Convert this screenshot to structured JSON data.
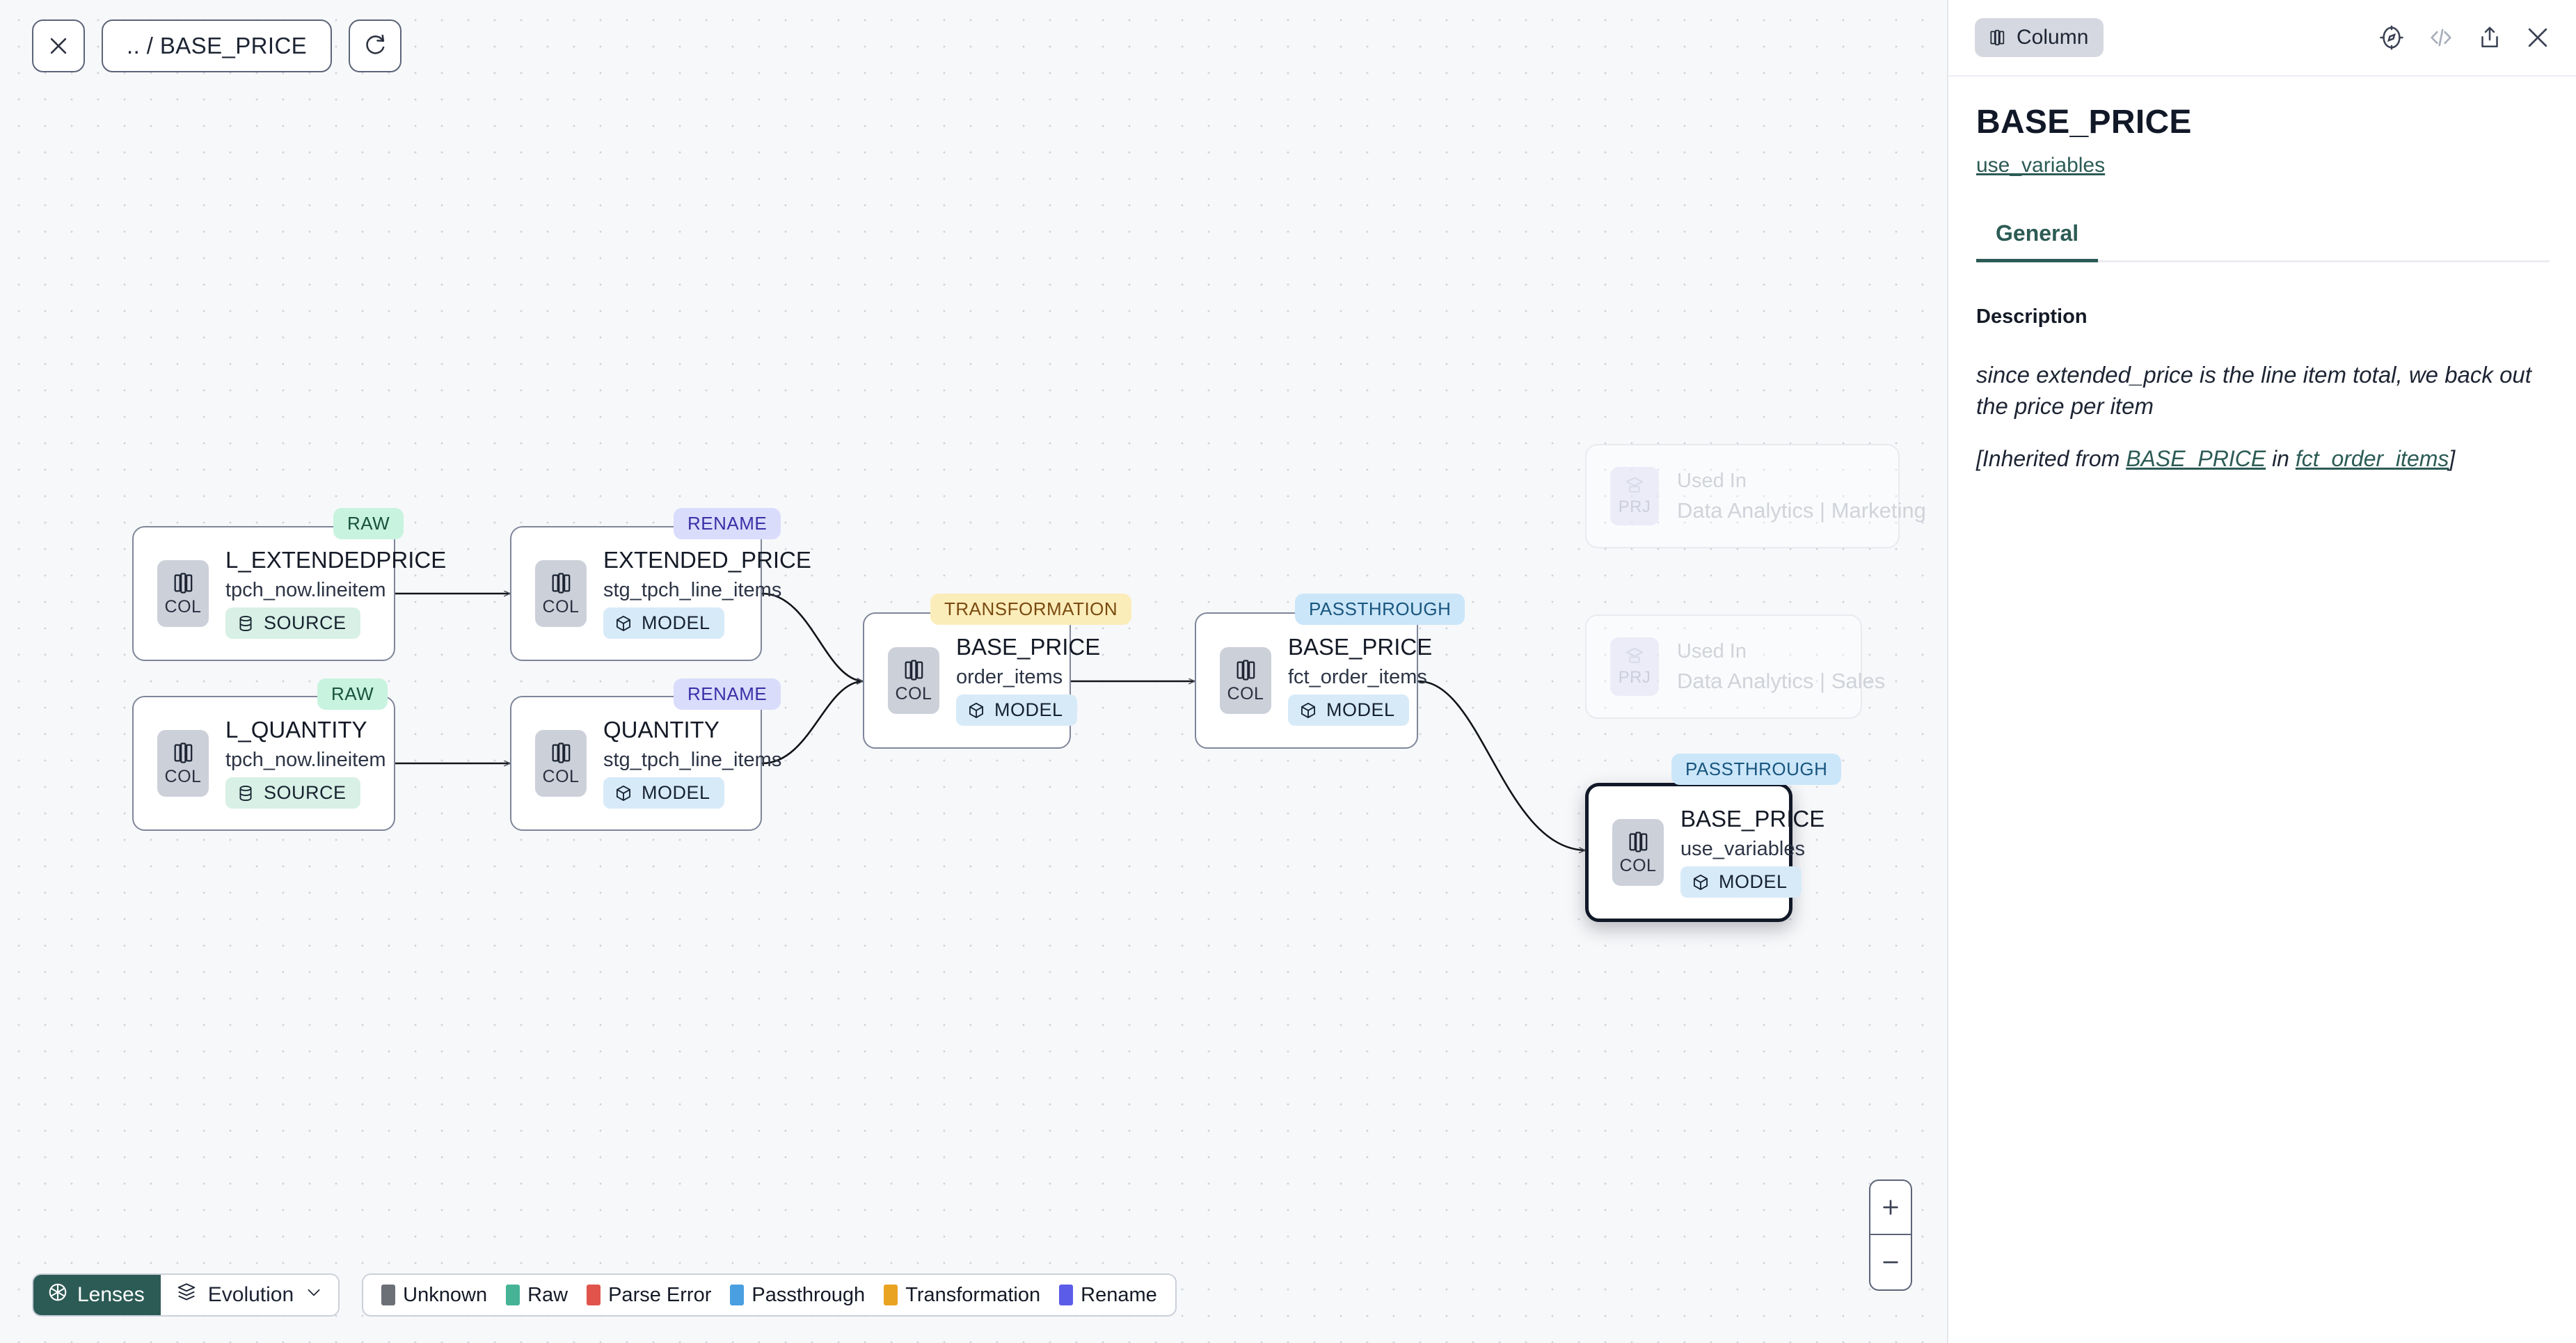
{
  "toolbar": {
    "close_icon": "close-icon",
    "breadcrumb": ".. / BASE_PRICE",
    "refresh_icon": "refresh-icon"
  },
  "graph": {
    "nodes": [
      {
        "id": "l_extendedprice",
        "title": "L_EXTENDEDPRICE",
        "subtitle": "tpch_now.lineitem",
        "kind": "COL",
        "materialization": "SOURCE",
        "tag": "RAW",
        "selected": false
      },
      {
        "id": "l_quantity",
        "title": "L_QUANTITY",
        "subtitle": "tpch_now.lineitem",
        "kind": "COL",
        "materialization": "SOURCE",
        "tag": "RAW",
        "selected": false
      },
      {
        "id": "extended_price",
        "title": "EXTENDED_PRICE",
        "subtitle": "stg_tpch_line_items",
        "kind": "COL",
        "materialization": "MODEL",
        "tag": "RENAME",
        "selected": false
      },
      {
        "id": "quantity",
        "title": "QUANTITY",
        "subtitle": "stg_tpch_line_items",
        "kind": "COL",
        "materialization": "MODEL",
        "tag": "RENAME",
        "selected": false
      },
      {
        "id": "base_price_order_items",
        "title": "BASE_PRICE",
        "subtitle": "order_items",
        "kind": "COL",
        "materialization": "MODEL",
        "tag": "TRANSFORMATION",
        "selected": false
      },
      {
        "id": "base_price_fct",
        "title": "BASE_PRICE",
        "subtitle": "fct_order_items",
        "kind": "COL",
        "materialization": "MODEL",
        "tag": "PASSTHROUGH",
        "selected": false
      },
      {
        "id": "base_price_use_variables",
        "title": "BASE_PRICE",
        "subtitle": "use_variables",
        "kind": "COL",
        "materialization": "MODEL",
        "tag": "PASSTHROUGH",
        "selected": true
      }
    ],
    "ghost_nodes": [
      {
        "id": "used-in-marketing",
        "kind": "PRJ",
        "line1": "Used In",
        "line2": "Data Analytics | Marketing"
      },
      {
        "id": "used-in-sales",
        "kind": "PRJ",
        "line1": "Used In",
        "line2": "Data Analytics | Sales"
      }
    ]
  },
  "bottom_bar": {
    "lenses_label": "Lenses",
    "evolution_label": "Evolution",
    "legend": [
      {
        "label": "Unknown",
        "color": "#6b6f76"
      },
      {
        "label": "Raw",
        "color": "#46b396"
      },
      {
        "label": "Parse Error",
        "color": "#e0544c"
      },
      {
        "label": "Passthrough",
        "color": "#4a9fe0"
      },
      {
        "label": "Transformation",
        "color": "#eaa320"
      },
      {
        "label": "Rename",
        "color": "#5b5ce8"
      }
    ]
  },
  "zoom_controls": {
    "zoom_in": "+",
    "zoom_out": "−"
  },
  "panel": {
    "type_pill": "Column",
    "actions": [
      "explore-icon",
      "code-icon",
      "share-icon",
      "close-icon"
    ],
    "title": "BASE_PRICE",
    "model_link": "use_variables",
    "tabs": [
      {
        "label": "General",
        "active": true
      }
    ],
    "description_label": "Description",
    "description_text": "since extended_price is the line item total, we back out the price per item",
    "inherited_prefix": "[Inherited from ",
    "inherited_column": "BASE_PRICE",
    "inherited_mid": " in ",
    "inherited_model": "fct_order_items",
    "inherited_suffix": "]"
  },
  "colors": {
    "accent": "#2c5b55",
    "canvas_bg": "#f7f8fa",
    "node_border": "#7e8699",
    "selected_border": "#111827"
  }
}
